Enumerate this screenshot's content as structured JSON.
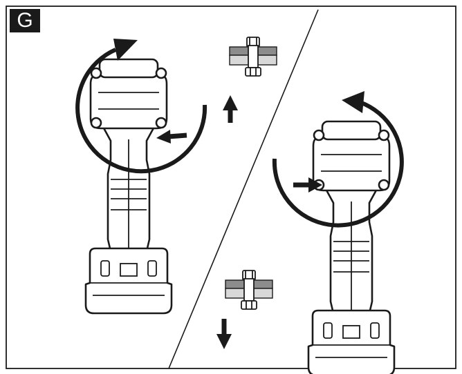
{
  "figure": {
    "label": "G",
    "colors": {
      "ink": "#1a1a1a",
      "plate_gray": "#8c8c8c",
      "plate_light": "#d8d8d8",
      "background": "#ffffff"
    },
    "panels": [
      {
        "side": "left",
        "rotation": "clockwise",
        "action": "tighten",
        "fastener_motion": "up"
      },
      {
        "side": "right",
        "rotation": "counterclockwise",
        "action": "loosen",
        "fastener_motion": "down"
      }
    ]
  }
}
